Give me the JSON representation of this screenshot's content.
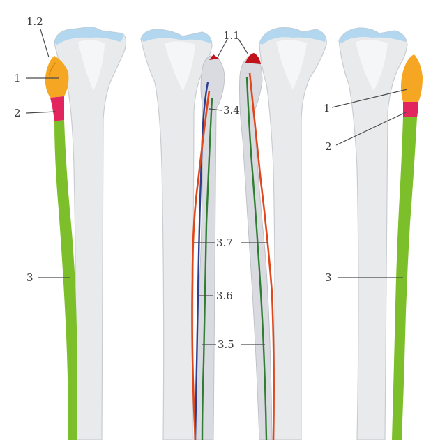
{
  "labels": {
    "l_1_2": "1.2",
    "l_1_left": "1",
    "l_2_left": "2",
    "l_3_left": "3",
    "l_1_1": "1.1",
    "l_3_4": "3.4",
    "l_3_7": "3.7",
    "l_3_6": "3.6",
    "l_3_5": "3.5",
    "l_1_right": "1",
    "l_2_right": "2",
    "l_3_right": "3"
  },
  "colors": {
    "head": "#f5a623",
    "neck": "#e2245f",
    "shaft": "#7dbf2a",
    "vessel_red": "#e0471a",
    "vessel_blue": "#2c3e8f",
    "vessel_green": "#2e7d32",
    "apex_red": "#c0121b"
  }
}
